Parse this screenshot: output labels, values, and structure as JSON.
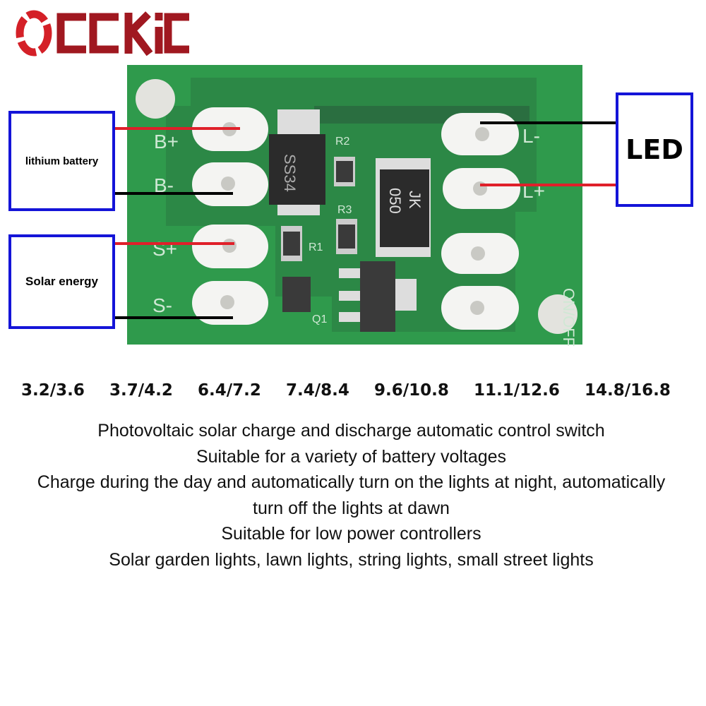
{
  "labels": {
    "battery": "lithium battery",
    "solar": "Solar energy",
    "led": "LED"
  },
  "logo": "OCCKIC",
  "pcb": {
    "pin_left": [
      "B+",
      "B-",
      "S+",
      "S-"
    ],
    "pin_right": [
      "L-",
      "L+"
    ],
    "switch_label": "ON/OFF",
    "diode": "SS34",
    "inductor": [
      "JK",
      "050"
    ],
    "refs": [
      "R2",
      "R3",
      "R1",
      "Q1"
    ]
  },
  "voltages": [
    "3.2/3.6",
    "3.7/4.2",
    "6.4/7.2",
    "7.4/8.4",
    "9.6/10.8",
    "11.1/12.6",
    "14.8/16.8"
  ],
  "description": [
    "Photovoltaic solar charge and discharge automatic control switch",
    "Suitable for a variety of battery voltages",
    "Charge during the day and automatically turn on the lights at night, automatically",
    "turn off the lights at dawn",
    "Suitable for low power controllers",
    "Solar garden lights, lawn lights, string lights, small street lights"
  ],
  "colors": {
    "pcb": "#2f9a4c",
    "box_border": "#1414d8",
    "wire_positive": "#e0202a",
    "wire_negative": "#000000",
    "logo": "#d42027"
  }
}
